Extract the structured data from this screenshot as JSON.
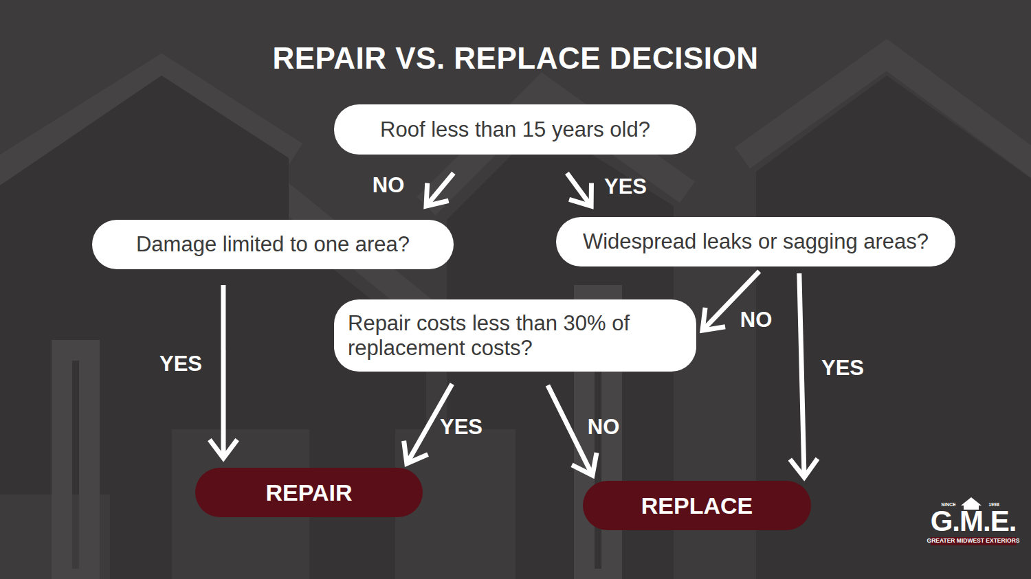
{
  "diagram": {
    "title": "REPAIR VS. REPLACE DECISION",
    "nodes": [
      {
        "text": [
          "Roof less than 15 years old?"
        ]
      },
      {
        "text": [
          "Damage limited to one area?"
        ]
      },
      {
        "text": [
          "Widespread leaks or sagging areas?"
        ]
      },
      {
        "text": [
          "Repair costs less than 30% of replacement costs?"
        ]
      },
      {
        "text": [
          "REPAIR"
        ]
      },
      {
        "text": [
          "REPLACE"
        ]
      }
    ],
    "edges": [
      {
        "from": 0,
        "to": 1,
        "label": "NO",
        "arrow": "to"
      },
      {
        "from": 0,
        "to": 2,
        "label": "YES",
        "arrow": "to"
      },
      {
        "from": 1,
        "to": 4,
        "label": "YES",
        "arrow": "to"
      },
      {
        "from": 2,
        "to": 3,
        "label": "NO",
        "arrow": "to"
      },
      {
        "from": 2,
        "to": 5,
        "label": "YES",
        "arrow": "to"
      },
      {
        "from": 3,
        "to": 4,
        "label": "YES",
        "arrow": "to"
      },
      {
        "from": 3,
        "to": 5,
        "label": "NO",
        "arrow": "to"
      }
    ],
    "labels": [
      "SINCE",
      "1998",
      "G.M.E.",
      "GREATER MIDWEST EXTERIORS"
    ]
  }
}
